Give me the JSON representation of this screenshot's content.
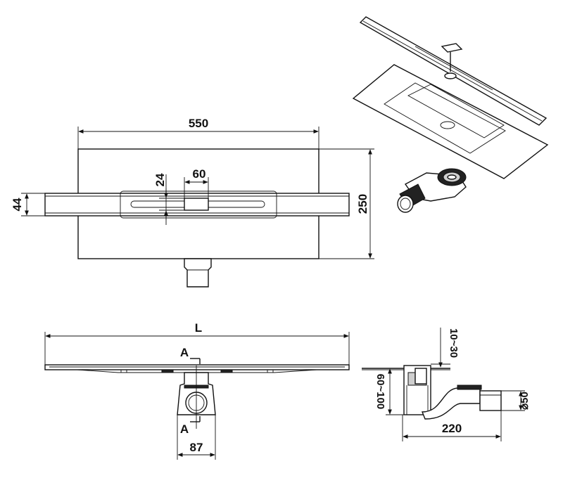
{
  "top_view": {
    "width_label": "550",
    "height_label": "250",
    "channel_height_label": "44",
    "slot_width_label": "60",
    "slot_height_label": "24"
  },
  "front_view": {
    "length_label": "L",
    "section_top_label": "A",
    "section_bottom_label": "A",
    "outlet_width_label": "87"
  },
  "side_view": {
    "adjust_label": "10~30",
    "height_range_label": "60~100",
    "diameter_label": "⌀50",
    "depth_label": "220"
  }
}
